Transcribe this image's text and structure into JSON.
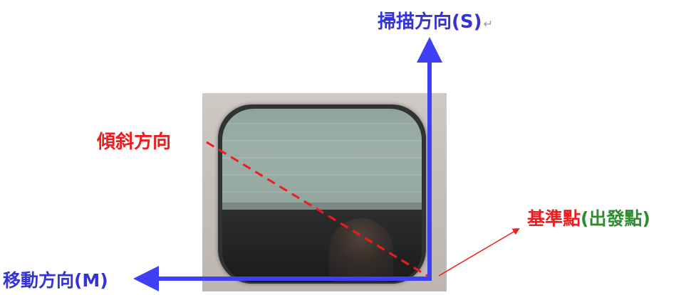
{
  "labels": {
    "scan_direction": "掃描方向(S)",
    "move_direction": "移動方向(M)",
    "tilt_direction": "傾斜方向",
    "base_point": "基準點",
    "base_point_paren_open": "(",
    "base_point_origin": "出發點",
    "base_point_paren_close": ")"
  },
  "colors": {
    "axis_blue": "#3f3ff5",
    "tilt_red": "#ee1c1c",
    "base_green": "#2e8b2e"
  },
  "icons": {
    "paragraph_mark": "↵"
  }
}
